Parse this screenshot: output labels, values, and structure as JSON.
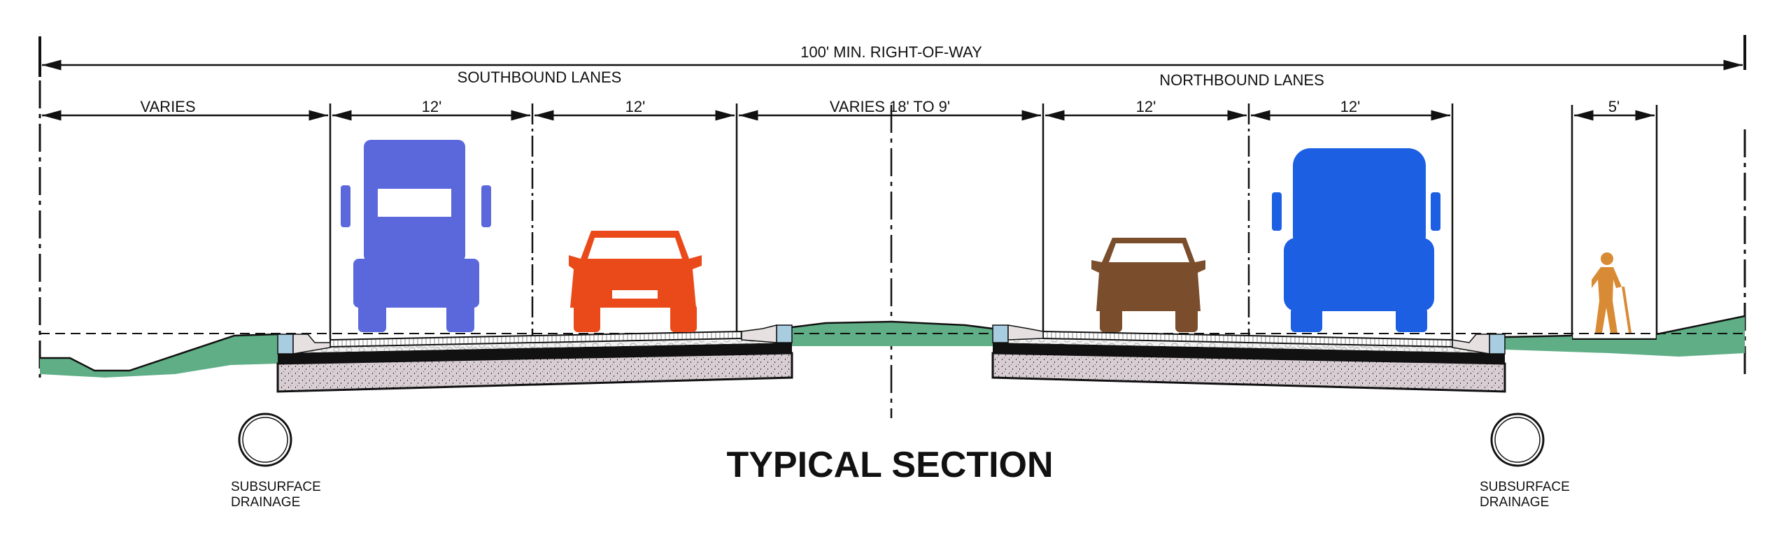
{
  "diagram": {
    "title": "TYPICAL SECTION",
    "right_of_way": "100' MIN. RIGHT-OF-WAY",
    "southbound": "SOUTHBOUND LANES",
    "northbound": "NORTHBOUND LANES",
    "dimensions": {
      "left_varies": "VARIES",
      "sb_lane_1": "12'",
      "sb_lane_2": "12'",
      "median": "VARIES 18' TO 9'",
      "nb_lane_1": "12'",
      "nb_lane_2": "12'",
      "sidewalk": "5'"
    },
    "drainage_left": [
      "SUBSURFACE",
      "DRAINAGE"
    ],
    "drainage_right": [
      "SUBSURFACE",
      "DRAINAGE"
    ]
  },
  "colors": {
    "ground": "#5fae86",
    "truck_sb": "#5a68dc",
    "car_sb": "#ea4a1a",
    "car_nb": "#7a4d2c",
    "truck_nb": "#1c5fe3",
    "pedestrian": "#d98a34",
    "subbase": "#d8cdd2",
    "curb": "#a8cce0"
  }
}
